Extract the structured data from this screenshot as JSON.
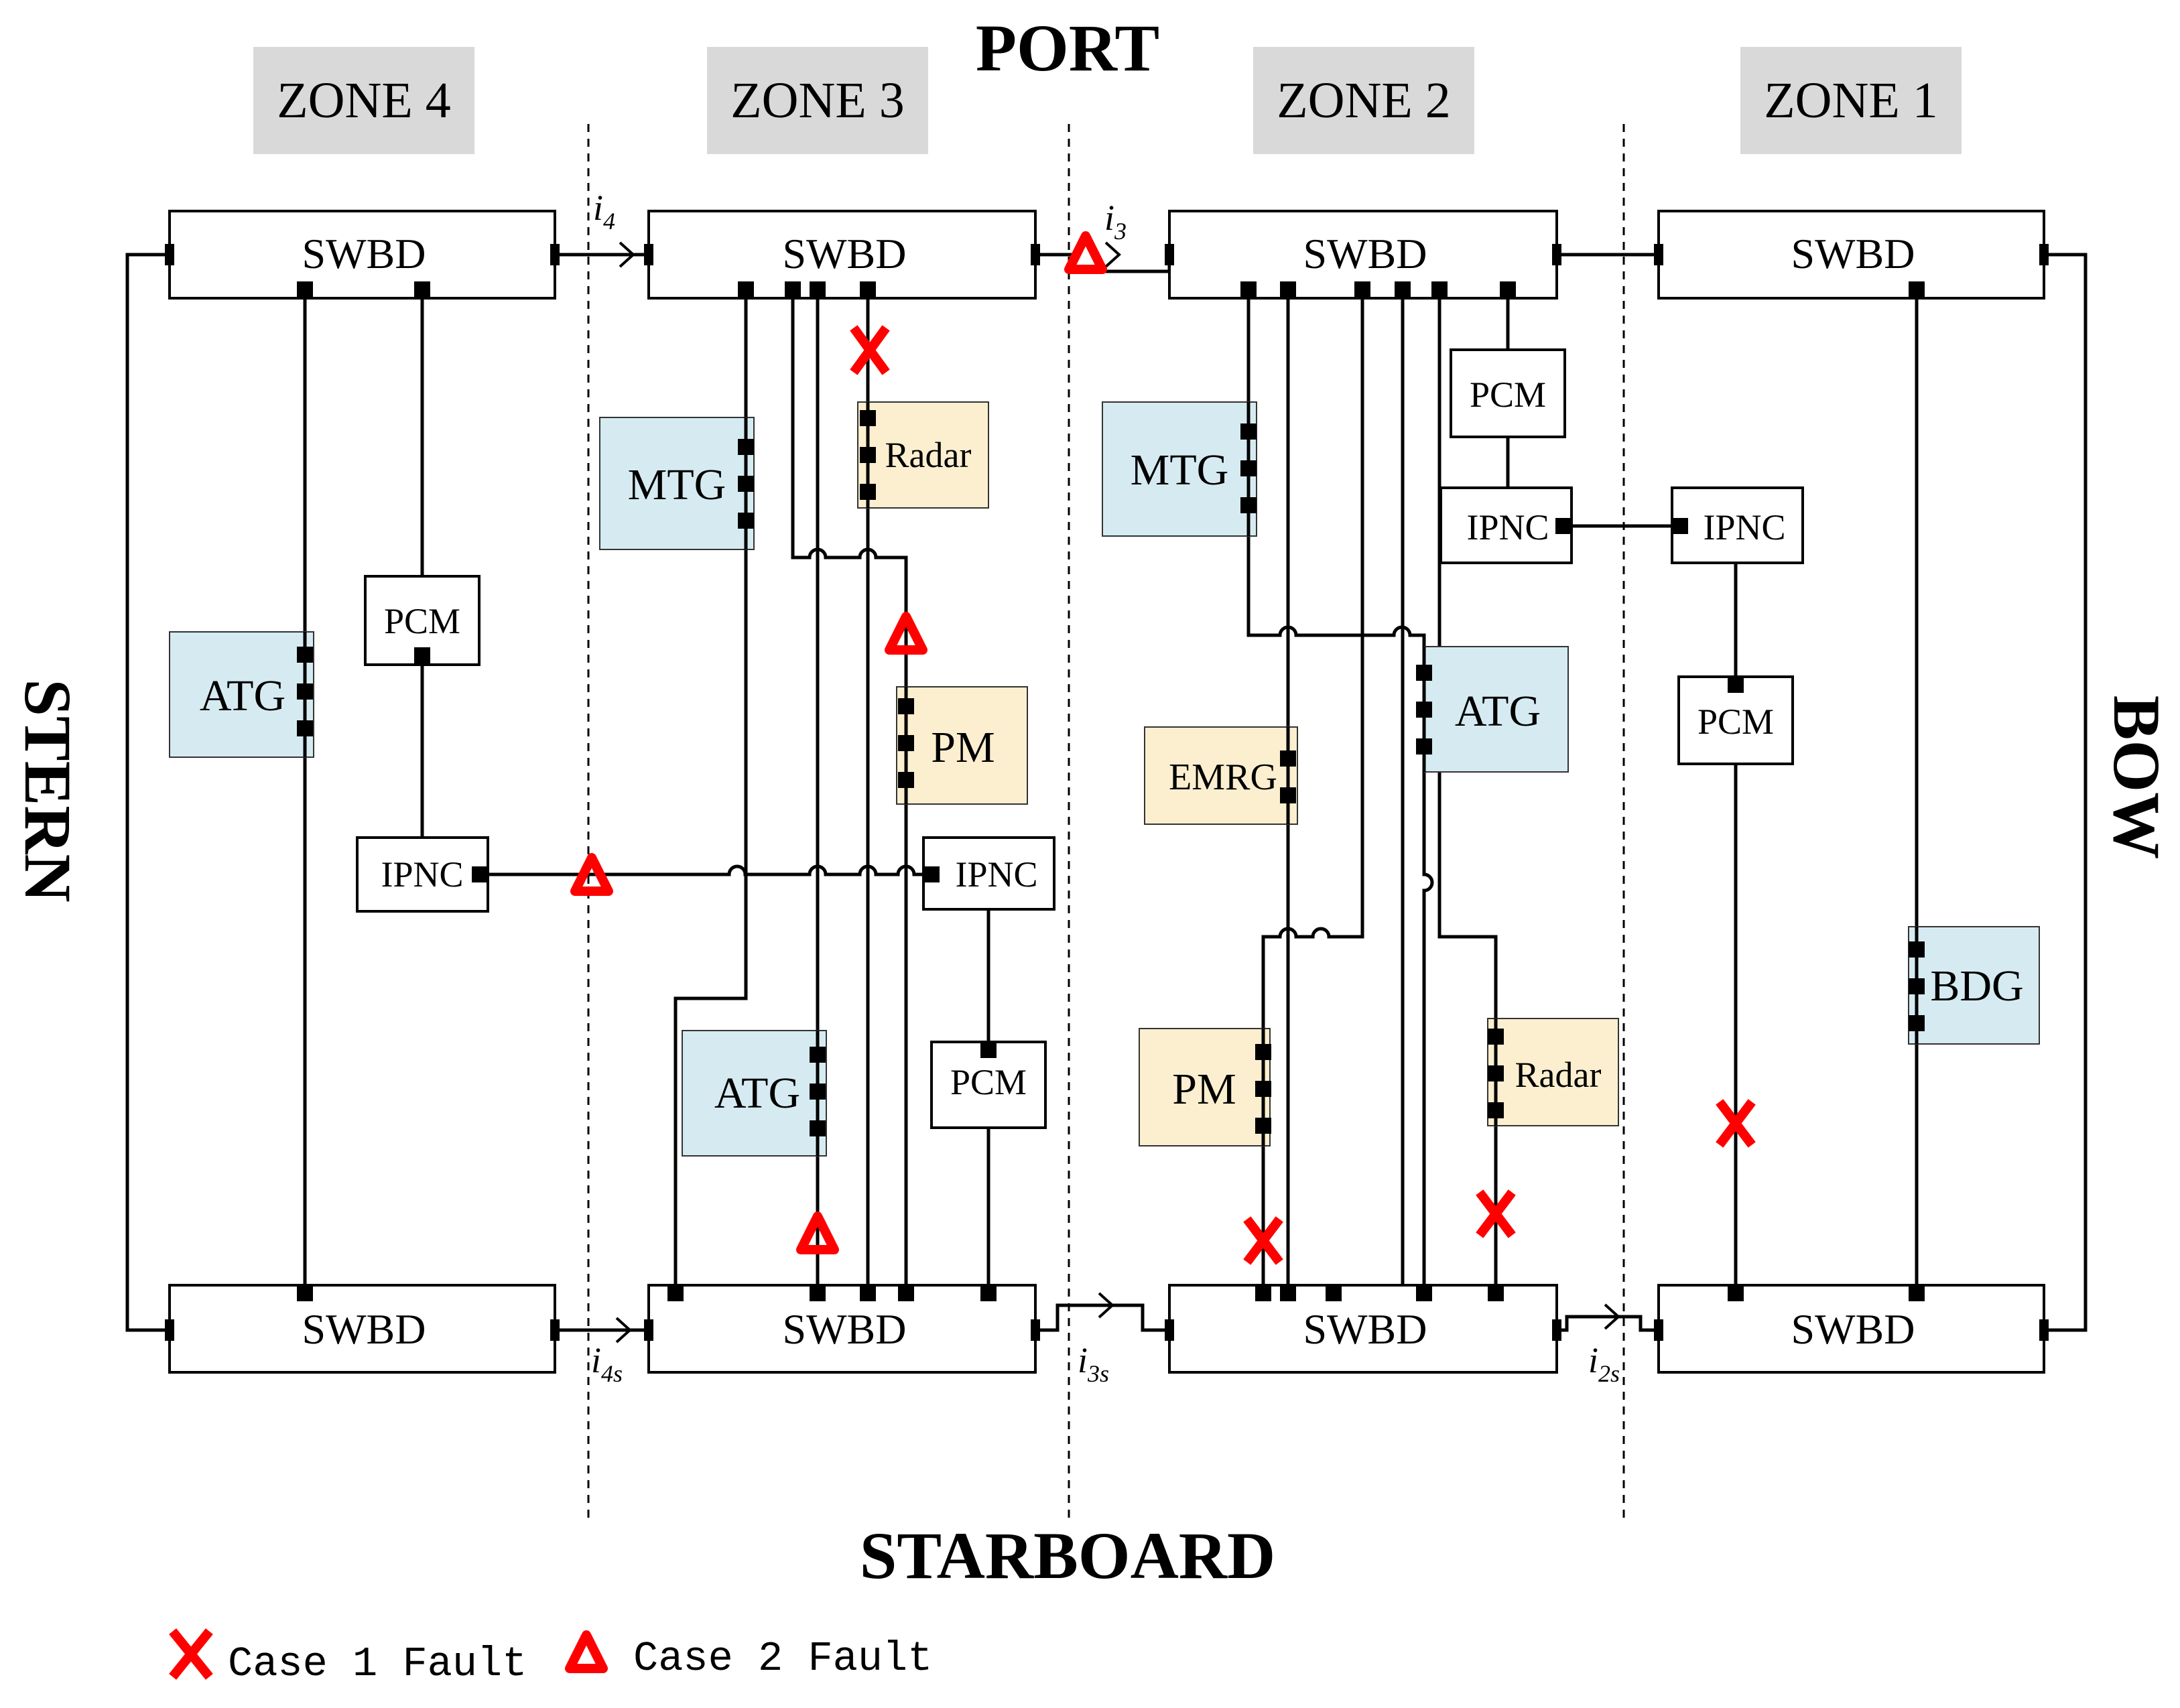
{
  "labels": {
    "port": "PORT",
    "starboard": "STARBOARD",
    "stern": "STERN",
    "bow": "BOW"
  },
  "zones": [
    "ZONE 4",
    "ZONE 3",
    "ZONE 2",
    "ZONE 1"
  ],
  "swbd_label": "SWBD",
  "currents": {
    "i4": "i",
    "i4_sub": "4",
    "i3": "i",
    "i3_sub": "3",
    "i4s": "i",
    "i4s_sub": "4s",
    "i3s": "i",
    "i3s_sub": "3s",
    "i2s": "i",
    "i2s_sub": "2s"
  },
  "components": {
    "z4_atg": "ATG",
    "z4_pcm": "PCM",
    "z4_ipnc": "IPNC",
    "z3_mtg": "MTG",
    "z3_radar": "Radar",
    "z3_pm": "PM",
    "z3_ipnc": "IPNC",
    "z3_atg": "ATG",
    "z3_pcm": "PCM",
    "z2_mtg": "MTG",
    "z2_pcm": "PCM",
    "z2_ipnc": "IPNC",
    "z2_atg": "ATG",
    "z2_emrg": "EMRG",
    "z2_pm": "PM",
    "z2_radar": "Radar",
    "z1_ipnc": "IPNC",
    "z1_pcm": "PCM",
    "z1_bdg": "BDG"
  },
  "legend": {
    "case1": "Case 1 Fault",
    "case2": "Case 2 Fault"
  },
  "colors": {
    "generator": "#d6ebf1",
    "load": "#fcefcf",
    "zone_header": "#d9d9d9",
    "fault": "#ff0000",
    "line": "#000000"
  }
}
